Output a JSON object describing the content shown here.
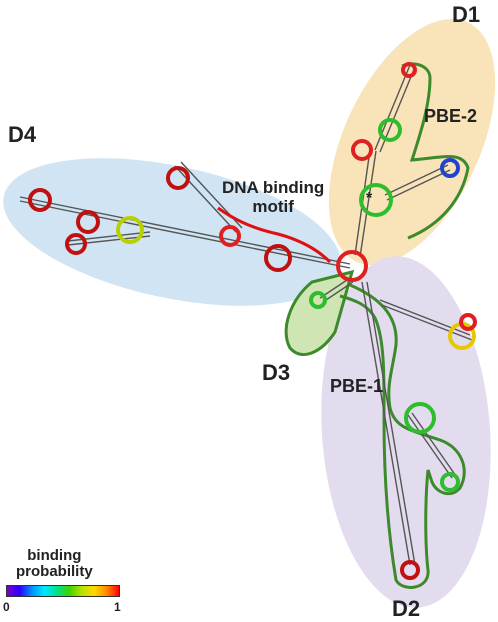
{
  "domains": {
    "d1": "D1",
    "d2": "D2",
    "d3": "D3",
    "d4": "D4"
  },
  "features": {
    "pbe1": "PBE-1",
    "pbe2": "PBE-2",
    "motif_line1": "DNA binding",
    "motif_line2": "motif"
  },
  "marker": "*",
  "legend": {
    "title_line1": "binding",
    "title_line2": "probability",
    "min_label": "0",
    "max_label": "1"
  },
  "colors": {
    "d1_region": "#f8e4b8",
    "d2_region": "#e3dcef",
    "d4_region": "#d0e4f4",
    "d3_region": "#cfe6b4",
    "outline": "#3c8a2c",
    "motif_line": "#e01010",
    "backbone": "#555555"
  }
}
